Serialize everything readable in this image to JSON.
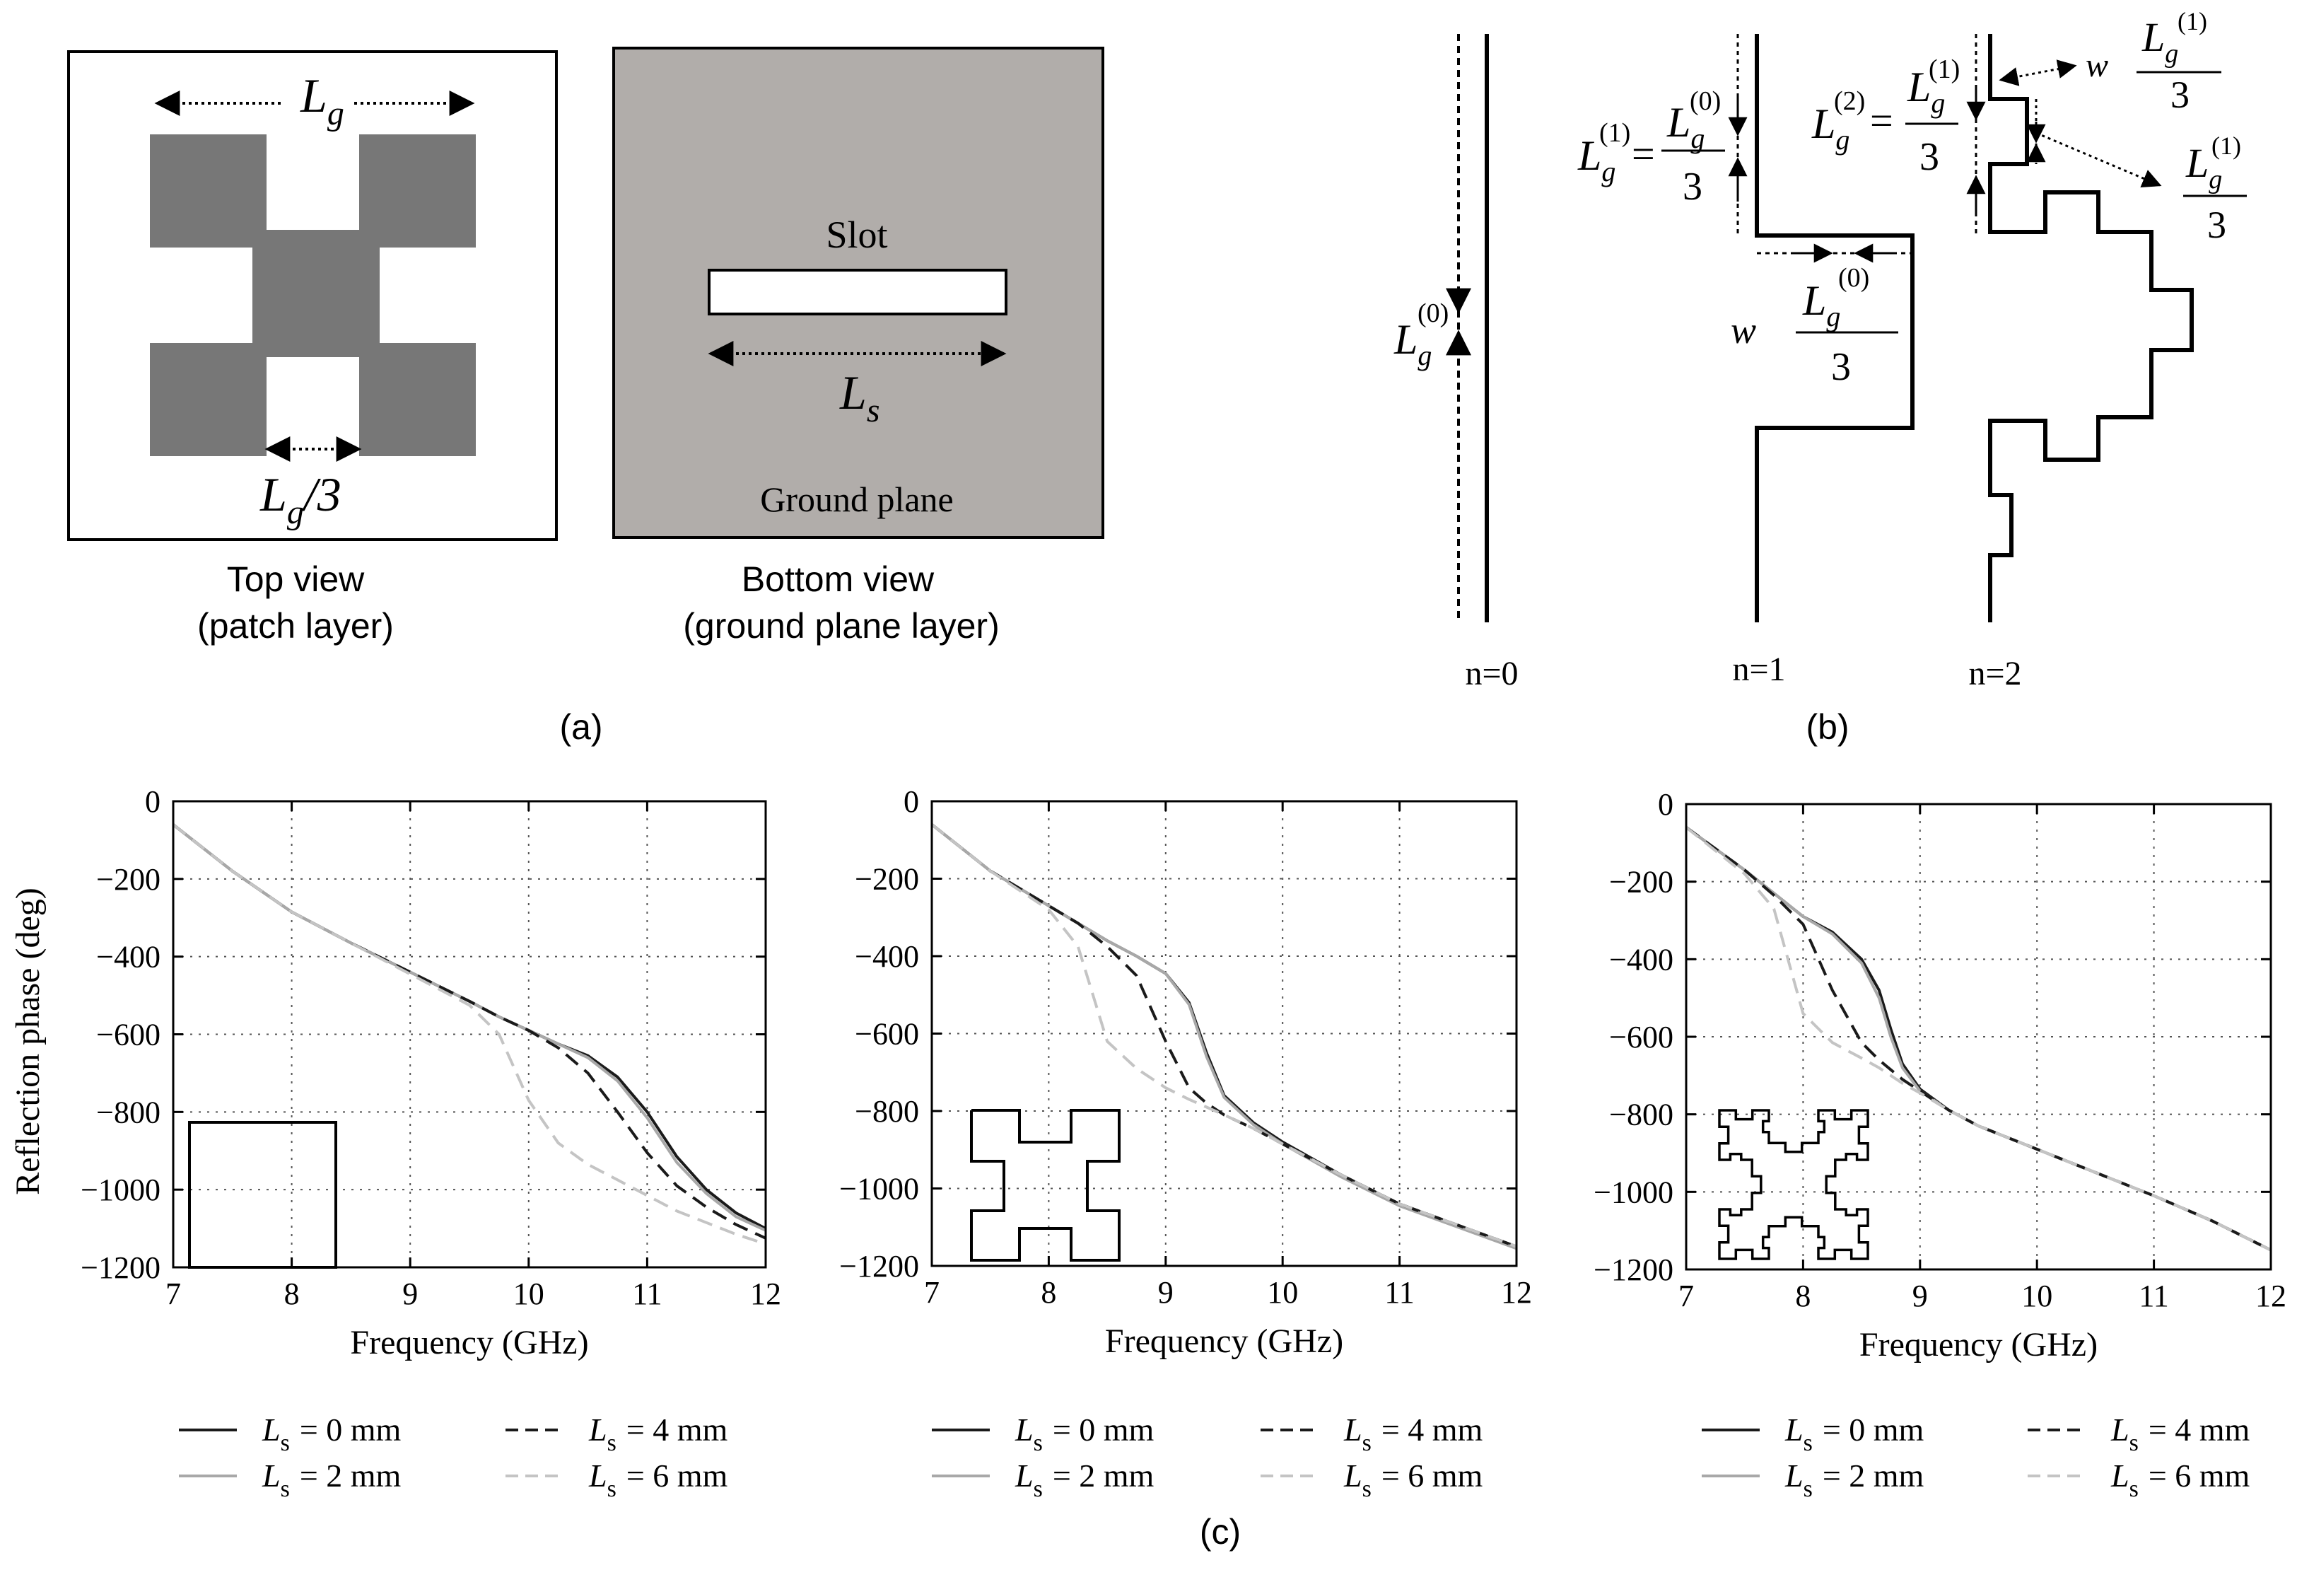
{
  "panel_a": {
    "top_view": {
      "caption_line1": "Top view",
      "caption_line2": "(patch layer)",
      "dim_top_main": "L",
      "dim_top_sub": "g",
      "dim_bottom_main": "L",
      "dim_bottom_sub": "g",
      "dim_bottom_suffix": "/3"
    },
    "bottom_view": {
      "caption_line1": "Bottom view",
      "caption_line2": "(ground plane layer)",
      "slot_label": "Slot",
      "dim_main": "L",
      "dim_sub": "s",
      "plane_label": "Ground plane"
    },
    "label": "(a)"
  },
  "panel_b": {
    "label": "(b)",
    "iter_labels": [
      "n=0",
      "n=1",
      "n=2"
    ],
    "w_label": "w",
    "L_main": "L",
    "sub_g": "g",
    "sup_0": "(0)",
    "sup_1": "(1)",
    "sup_2": "(2)",
    "equals": "=",
    "three": "3"
  },
  "panel_c": {
    "label": "(c)",
    "legend_prefix": "L",
    "legend_sub": "s",
    "legend_entries": [
      "= 0 mm",
      "= 2 mm",
      "= 4 mm",
      "= 6 mm"
    ]
  },
  "colors": {
    "ground_plane": "#b1adaa",
    "patch": "#777777",
    "series_0mm": "#1a1a1a",
    "series_2mm": "#a8a8a8",
    "series_4mm": "#1a1a1a",
    "series_6mm": "#c4c4c4"
  },
  "chart_data": [
    {
      "type": "line",
      "inset": "square",
      "xlabel": "Frequency (GHz)",
      "ylabel": "Reflection phase (deg)",
      "xlim": [
        7,
        12
      ],
      "ylim": [
        -1200,
        0
      ],
      "xticks": [
        "7",
        "8",
        "9",
        "10",
        "11",
        "12"
      ],
      "yticks": [
        "0",
        "−200",
        "−400",
        "−600",
        "−800",
        "−1000",
        "−1200"
      ],
      "grid": true,
      "legend_placement": "bottom",
      "x": [
        7,
        7.5,
        8,
        8.5,
        9,
        9.5,
        9.75,
        10,
        10.25,
        10.5,
        10.75,
        11,
        11.25,
        11.5,
        11.75,
        12
      ],
      "series": [
        {
          "name": "Ls = 0 mm",
          "values": [
            -60,
            -180,
            -285,
            -365,
            -440,
            -515,
            -555,
            -590,
            -625,
            -655,
            -710,
            -800,
            -915,
            -1000,
            -1060,
            -1100
          ]
        },
        {
          "name": "Ls = 2 mm",
          "values": [
            -60,
            -180,
            -285,
            -365,
            -440,
            -515,
            -555,
            -590,
            -625,
            -660,
            -720,
            -815,
            -930,
            -1010,
            -1070,
            -1105
          ]
        },
        {
          "name": "Ls = 4 mm",
          "values": [
            -60,
            -180,
            -285,
            -365,
            -440,
            -515,
            -555,
            -590,
            -635,
            -700,
            -800,
            -905,
            -990,
            -1045,
            -1090,
            -1125
          ]
        },
        {
          "name": "Ls = 6 mm",
          "values": [
            -60,
            -180,
            -285,
            -365,
            -445,
            -525,
            -600,
            -770,
            -880,
            -935,
            -975,
            -1015,
            -1055,
            -1085,
            -1115,
            -1140
          ]
        }
      ]
    },
    {
      "type": "line",
      "inset": "fractal-1",
      "xlabel": "Frequency (GHz)",
      "ylabel": "",
      "xlim": [
        7,
        12
      ],
      "ylim": [
        -1200,
        0
      ],
      "xticks": [
        "7",
        "8",
        "9",
        "10",
        "11",
        "12"
      ],
      "yticks": [
        "0",
        "−200",
        "−400",
        "−600",
        "−800",
        "−1000",
        "−1200"
      ],
      "grid": true,
      "legend_placement": "bottom",
      "x": [
        7,
        7.5,
        8,
        8.25,
        8.5,
        8.75,
        9,
        9.2,
        9.35,
        9.5,
        9.75,
        10,
        10.5,
        11,
        11.5,
        12
      ],
      "series": [
        {
          "name": "Ls = 0 mm",
          "values": [
            -60,
            -180,
            -270,
            -315,
            -360,
            -400,
            -445,
            -520,
            -650,
            -760,
            -830,
            -880,
            -965,
            -1040,
            -1095,
            -1150
          ]
        },
        {
          "name": "Ls = 2 mm",
          "values": [
            -60,
            -180,
            -270,
            -315,
            -360,
            -400,
            -445,
            -525,
            -660,
            -765,
            -835,
            -885,
            -970,
            -1045,
            -1100,
            -1155
          ]
        },
        {
          "name": "Ls = 4 mm",
          "values": [
            -60,
            -180,
            -270,
            -315,
            -375,
            -450,
            -620,
            -740,
            -780,
            -810,
            -845,
            -885,
            -965,
            -1040,
            -1095,
            -1150
          ]
        },
        {
          "name": "Ls = 6 mm",
          "values": [
            -60,
            -180,
            -280,
            -375,
            -620,
            -690,
            -740,
            -770,
            -790,
            -810,
            -845,
            -885,
            -965,
            -1040,
            -1095,
            -1150
          ]
        }
      ]
    },
    {
      "type": "line",
      "inset": "fractal-2",
      "xlabel": "Frequency (GHz)",
      "ylabel": "",
      "xlim": [
        7,
        12
      ],
      "ylim": [
        -1200,
        0
      ],
      "xticks": [
        "7",
        "8",
        "9",
        "10",
        "11",
        "12"
      ],
      "yticks": [
        "0",
        "−200",
        "−400",
        "−600",
        "−800",
        "−1000",
        "−1200"
      ],
      "grid": true,
      "legend_placement": "bottom",
      "x": [
        7,
        7.5,
        7.75,
        8,
        8.25,
        8.5,
        8.65,
        8.75,
        8.85,
        9,
        9.25,
        9.5,
        10,
        10.5,
        11,
        11.5,
        12
      ],
      "series": [
        {
          "name": "Ls = 0 mm",
          "values": [
            -60,
            -170,
            -230,
            -290,
            -330,
            -400,
            -480,
            -580,
            -670,
            -735,
            -790,
            -830,
            -890,
            -950,
            -1010,
            -1075,
            -1150
          ]
        },
        {
          "name": "Ls = 2 mm",
          "values": [
            -60,
            -170,
            -230,
            -290,
            -335,
            -410,
            -500,
            -600,
            -680,
            -740,
            -790,
            -830,
            -890,
            -950,
            -1010,
            -1075,
            -1150
          ]
        },
        {
          "name": "Ls = 4 mm",
          "values": [
            -60,
            -170,
            -235,
            -310,
            -480,
            -615,
            -660,
            -685,
            -710,
            -740,
            -790,
            -830,
            -890,
            -950,
            -1010,
            -1075,
            -1150
          ]
        },
        {
          "name": "Ls = 6 mm",
          "values": [
            -60,
            -180,
            -270,
            -540,
            -615,
            -655,
            -680,
            -700,
            -720,
            -745,
            -790,
            -830,
            -890,
            -950,
            -1010,
            -1075,
            -1150
          ]
        }
      ]
    }
  ]
}
